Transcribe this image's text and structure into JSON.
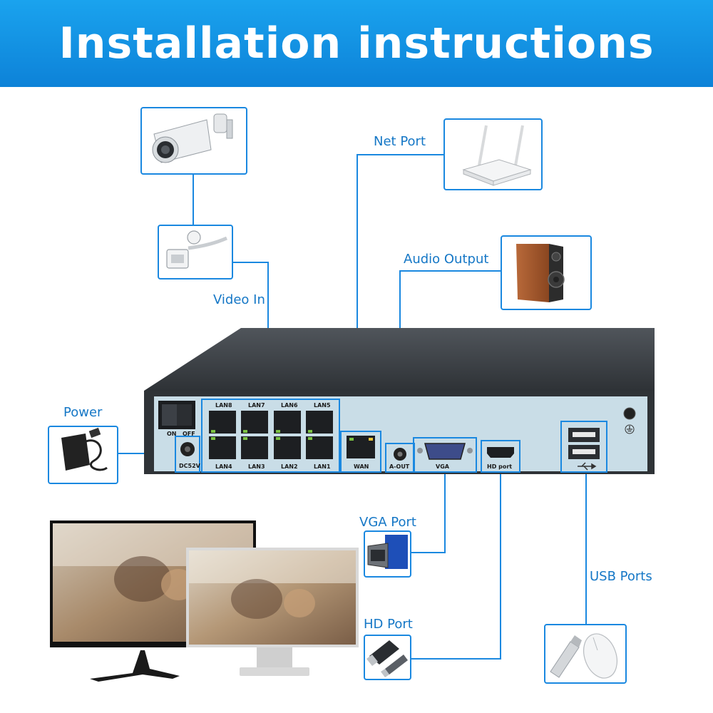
{
  "title": "Installation instructions",
  "labels": {
    "net_port": "Net Port",
    "audio_output": "Audio Output",
    "video_in": "Video In",
    "power": "Power",
    "vga_port": "VGA Port",
    "usb_ports": "USB Ports",
    "hd_port": "HD Port"
  },
  "rear_panel": {
    "on": "ON",
    "off": "OFF",
    "dc": "DC52V",
    "lan_top": [
      "LAN8",
      "LAN7",
      "LAN6",
      "LAN5"
    ],
    "lan_bottom": [
      "LAN4",
      "LAN3",
      "LAN2",
      "LAN1"
    ],
    "wan": "WAN",
    "aout": "A-OUT",
    "vga": "VGA",
    "hd": "HD port"
  },
  "colors": {
    "accent": "#1a88e0",
    "banner": "#0f8ee0",
    "connector_line": "#1a88e0",
    "panel": "#c9dde7",
    "chassis": "#3b3f44"
  },
  "icons": [
    "bullet-camera",
    "rj45-coupler",
    "wifi-router",
    "bookshelf-speaker",
    "power-adapter",
    "vga-cable",
    "hdmi-cable",
    "usb-flash-drive",
    "usb-mouse",
    "monitor",
    "ground-symbol",
    "usb-symbol"
  ]
}
